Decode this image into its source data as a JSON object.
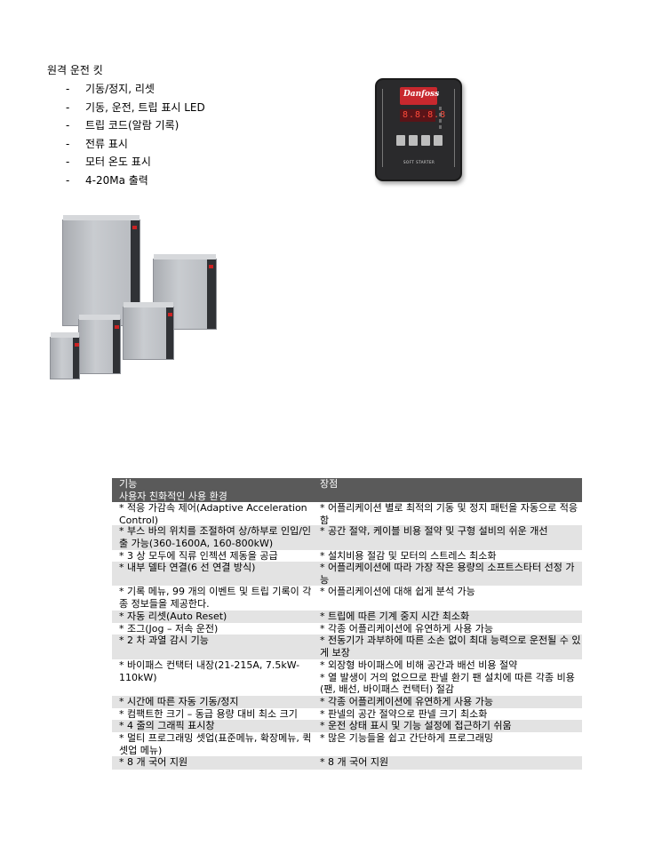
{
  "remote_kit": {
    "title": "원격 운전 킷",
    "bullet": "-",
    "items": [
      "기동/정지, 리셋",
      "기동, 운전, 트립 표시 LED",
      "트립 코드(알람 기록)",
      "전류 표시",
      "모터 온도 표시",
      "4-20Ma 출력"
    ]
  },
  "images": {
    "remote_panel": {
      "name": "remote-control-panel-photo",
      "brand_text": "Danfoss",
      "display_text": "8.8.8.8",
      "label_text": "SOFT STARTER",
      "colors": {
        "body": "#2a2a2c",
        "logo": "#c8282e",
        "display": "#ff4a3a"
      }
    },
    "product_family": {
      "name": "soft-starter-product-family-photo"
    }
  },
  "table": {
    "header": {
      "col1_line1": "기능",
      "col1_line2": "사용자 친화적인 사용 환경",
      "col2": "장점"
    },
    "colors": {
      "header_bg": "#5a5a5a",
      "header_fg": "#ffffff",
      "stripe_bg": "#e3e3e3"
    },
    "rows": [
      {
        "feature": "* 적응 가감속 제어(Adaptive Acceleration Control)",
        "benefit": "* 어플리케이션 별로 최적의 기동 및 정지 패턴을 자동으로 적응함",
        "height": 26,
        "shade": "white"
      },
      {
        "feature": "* 부스 바의 위치를 조절하여 상/하부로 인입/인출 가능(360-1600A, 160-800kW)",
        "benefit": "* 공간 절약, 케이블 비용 절약 및 구형 설비의 쉬운 개선",
        "height": 28,
        "shade": "gray"
      },
      {
        "feature": "* 3 상 모두에 직류 인젝션 제동을 공급",
        "benefit": "* 설치비용 절감 및 모터의 스트레스 최소화",
        "height": 13,
        "shade": "white"
      },
      {
        "feature": "* 내부 델타 연결(6 선 연결 방식)",
        "benefit": "* 어플리케이션에 따라 가장 작은 용량의 소프트스타터 선정 가능",
        "height": 27,
        "shade": "gray"
      },
      {
        "feature": "* 기록 메뉴, 99 개의 이벤트 및 트립 기록이 각종 정보들을 제공한다.",
        "benefit": "* 어플리케이션에 대해 쉽게 분석 가능",
        "height": 28,
        "shade": "white"
      },
      {
        "feature": "* 자동 리셋(Auto Reset)",
        "benefit": "* 트립에 따른 기계 중지 시간 최소화",
        "height": 14,
        "shade": "gray"
      },
      {
        "feature": "* 조그(Jog – 저속 운전)",
        "benefit": "* 각종 어플리케이션에 유연하게 사용 가능",
        "height": 13,
        "shade": "white"
      },
      {
        "feature": "* 2 차 과열 감시 기능",
        "benefit": "* 전동기가 과부하에 따른 소손 없이 최대 능력으로 운전될 수 있게 보장",
        "height": 28,
        "shade": "gray"
      },
      {
        "feature": "* 바이패스 컨택터 내장(21-215A, 7.5kW-110kW)",
        "benefit": "* 외장형 바이패스에 비해 공간과 배선 비용 절약\n* 열 발생이 거의 없으므로 판넬 환기 팬 설치에 따른 각종 비용(팬, 배선, 바이패스 컨택터) 절감",
        "height": 41,
        "shade": "white"
      },
      {
        "feature": "* 시간에 따른 자동 기동/정지",
        "benefit": "* 각종 어플리케이션에 유연하게 사용 가능",
        "height": 14,
        "shade": "gray"
      },
      {
        "feature": "* 컴팩트한 크기 – 동급 용량 대비 최소 크기",
        "benefit": "* 판넬의 공간 절약으로 판넬 크기 최소화",
        "height": 13,
        "shade": "white"
      },
      {
        "feature": "* 4 줄의 그래픽 표시창",
        "benefit": "* 운전 상태 표시 및 기능 설정에 접근하기 쉬움",
        "height": 14,
        "shade": "gray"
      },
      {
        "feature": "* 멀티 프로그래밍 셋업(표준메뉴, 확장메뉴, 퀵셋업 메뉴)",
        "benefit": "* 많은 기능들을 쉽고 간단하게 프로그래밍",
        "height": 27,
        "shade": "white"
      },
      {
        "feature": "* 8 개 국어 지원",
        "benefit": "* 8 개 국어 지원",
        "height": 15,
        "shade": "gray"
      }
    ]
  }
}
